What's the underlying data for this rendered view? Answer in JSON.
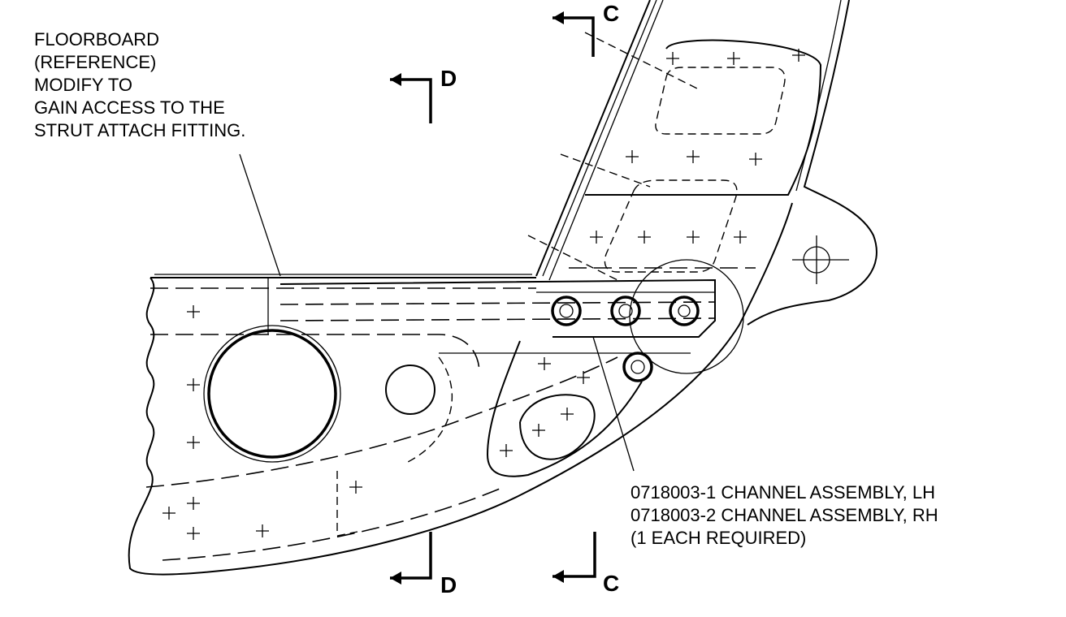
{
  "callouts": {
    "floorboard": {
      "lines": [
        "FLOORBOARD",
        "(REFERENCE)",
        "MODIFY TO",
        "GAIN ACCESS TO THE",
        "STRUT ATTACH FITTING."
      ]
    },
    "channel": {
      "lines": [
        "0718003-1 CHANNEL ASSEMBLY, LH",
        "0718003-2 CHANNEL ASSEMBLY, RH",
        "(1 EACH REQUIRED)"
      ]
    }
  },
  "section_markers": {
    "c_top": "C",
    "d_top": "D",
    "d_bottom": "D",
    "c_bottom": "C"
  }
}
